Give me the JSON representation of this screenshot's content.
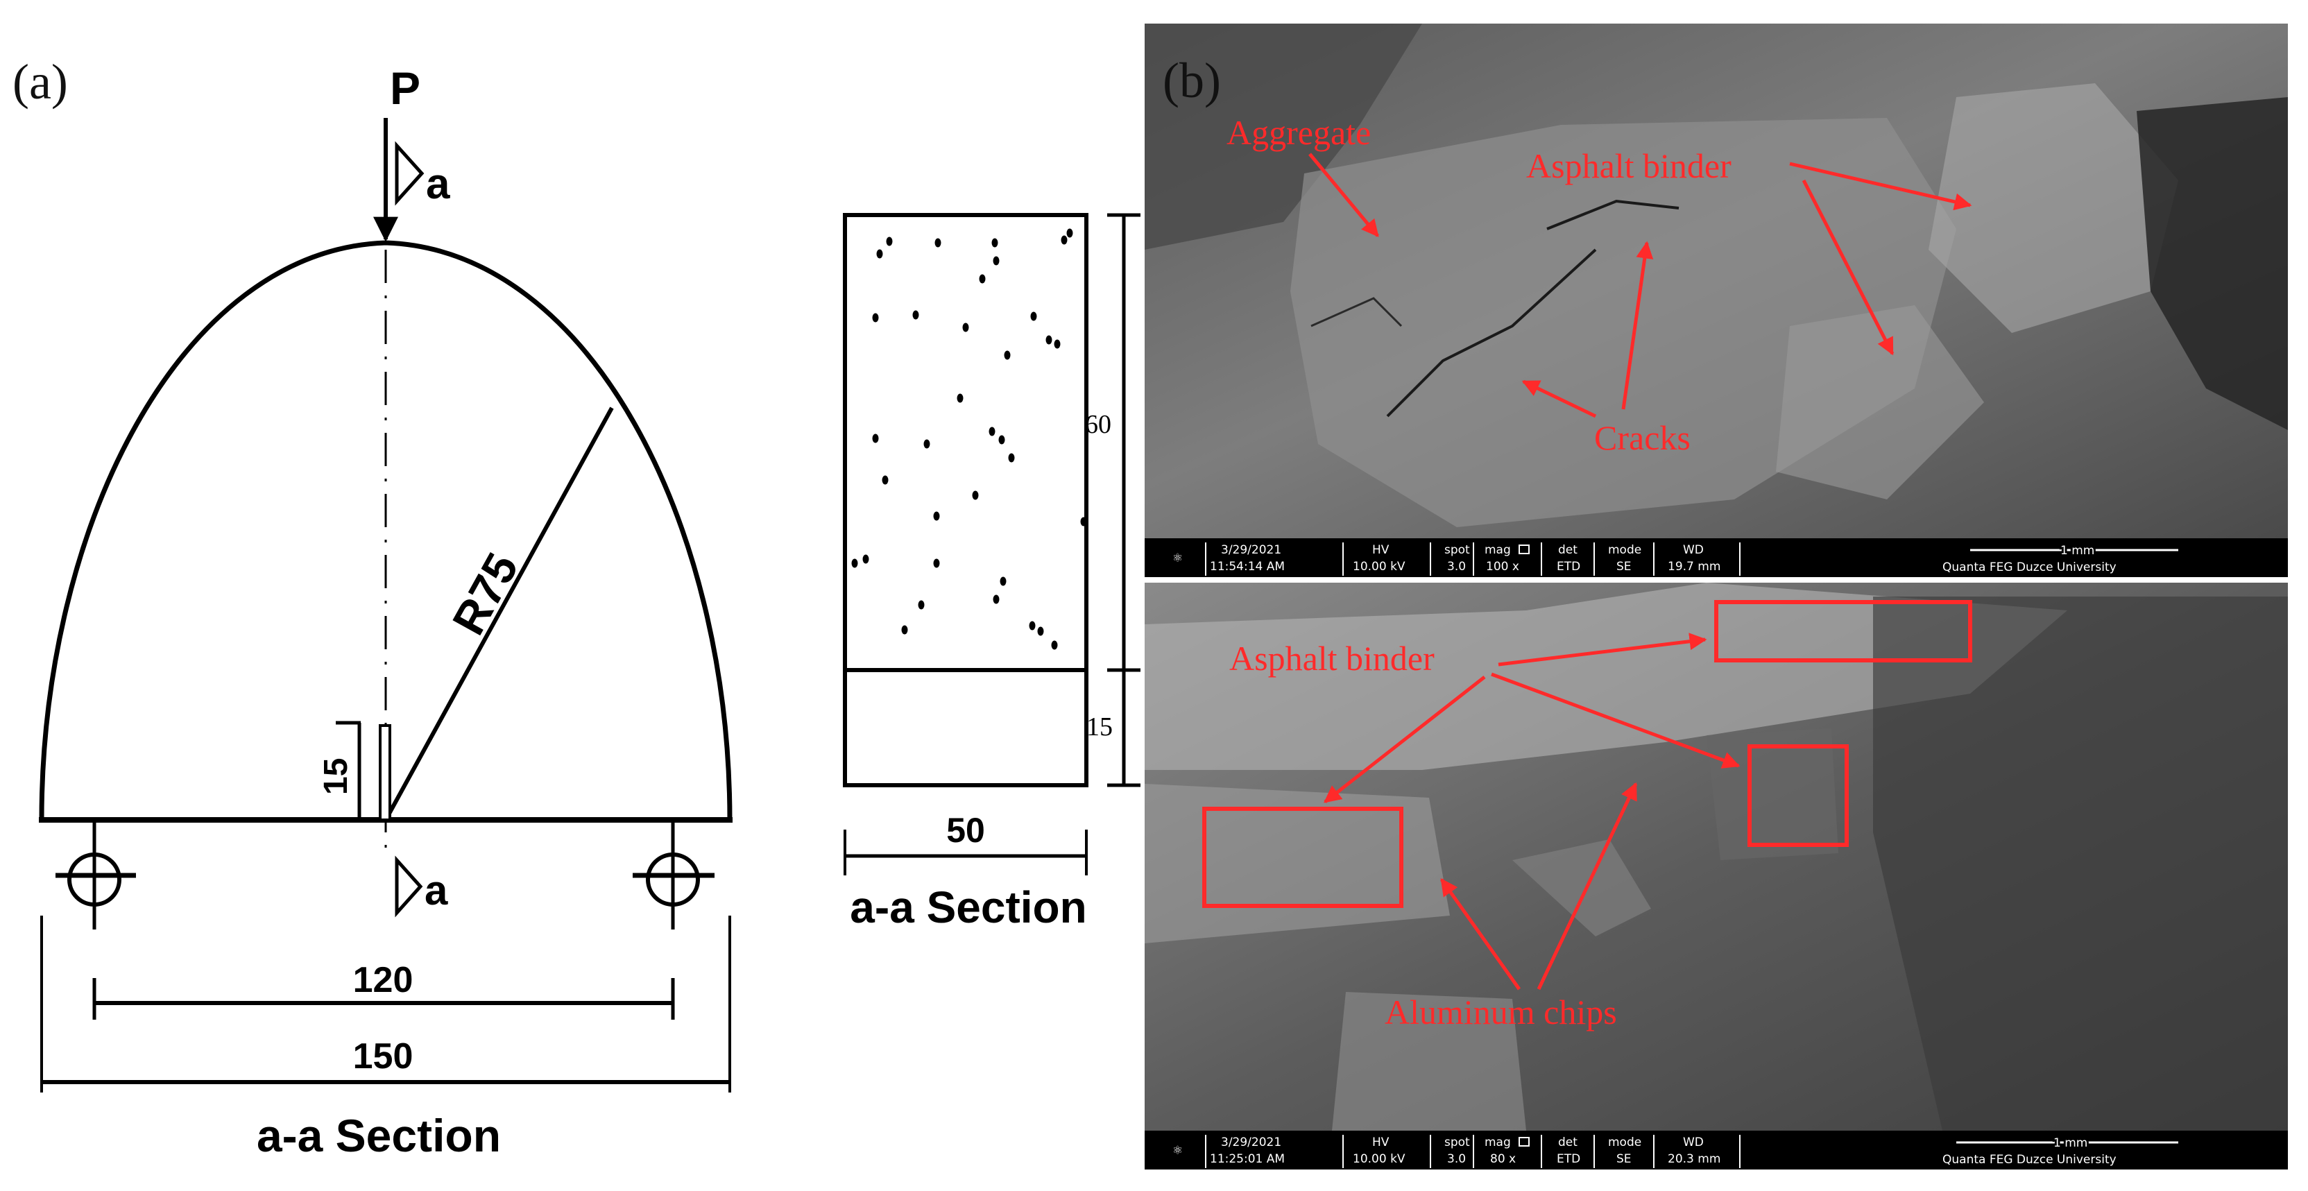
{
  "panel_a": {
    "label": "(a)",
    "load_label": "P",
    "section_marker": "a",
    "radius_label": "R75",
    "notch_label": "15",
    "span_label": "120",
    "width_label": "150",
    "caption": "a-a Section"
  },
  "section_view": {
    "height_upper_label": "60",
    "height_lower_label": "15",
    "width_label": "50",
    "caption": "a-a Section"
  },
  "panel_b": {
    "label": "(b)",
    "top_image": {
      "labels": {
        "aggregate": "Aggregate",
        "asphalt_binder": "Asphalt binder",
        "cracks": "Cracks"
      },
      "databar": {
        "date": "3/29/2021",
        "time": "11:54:14 AM",
        "hv_head": "HV",
        "hv": "10.00 kV",
        "spot_head": "spot",
        "spot": "3.0",
        "mag_head": "mag",
        "mag": "100 x",
        "det_head": "det",
        "det": "ETD",
        "mode_head": "mode",
        "mode": "SE",
        "wd_head": "WD",
        "wd": "19.7 mm",
        "scale": "1 mm",
        "instrument": "Quanta FEG Duzce University"
      }
    },
    "bottom_image": {
      "labels": {
        "asphalt_binder": "Asphalt binder",
        "aluminum_chips": "Aluminum chips"
      },
      "databar": {
        "date": "3/29/2021",
        "time": "11:25:01 AM",
        "hv_head": "HV",
        "hv": "10.00 kV",
        "spot_head": "spot",
        "spot": "3.0",
        "mag_head": "mag",
        "mag": "80 x",
        "det_head": "det",
        "det": "ETD",
        "mode_head": "mode",
        "mode": "SE",
        "wd_head": "WD",
        "wd": "20.3 mm",
        "scale": "1 mm",
        "instrument": "Quanta FEG Duzce University"
      }
    }
  },
  "colors": {
    "annotation": "#ff2a2a",
    "ink": "#000000",
    "sem_bg": "#6e6e6e",
    "databar_bg": "#000000"
  }
}
